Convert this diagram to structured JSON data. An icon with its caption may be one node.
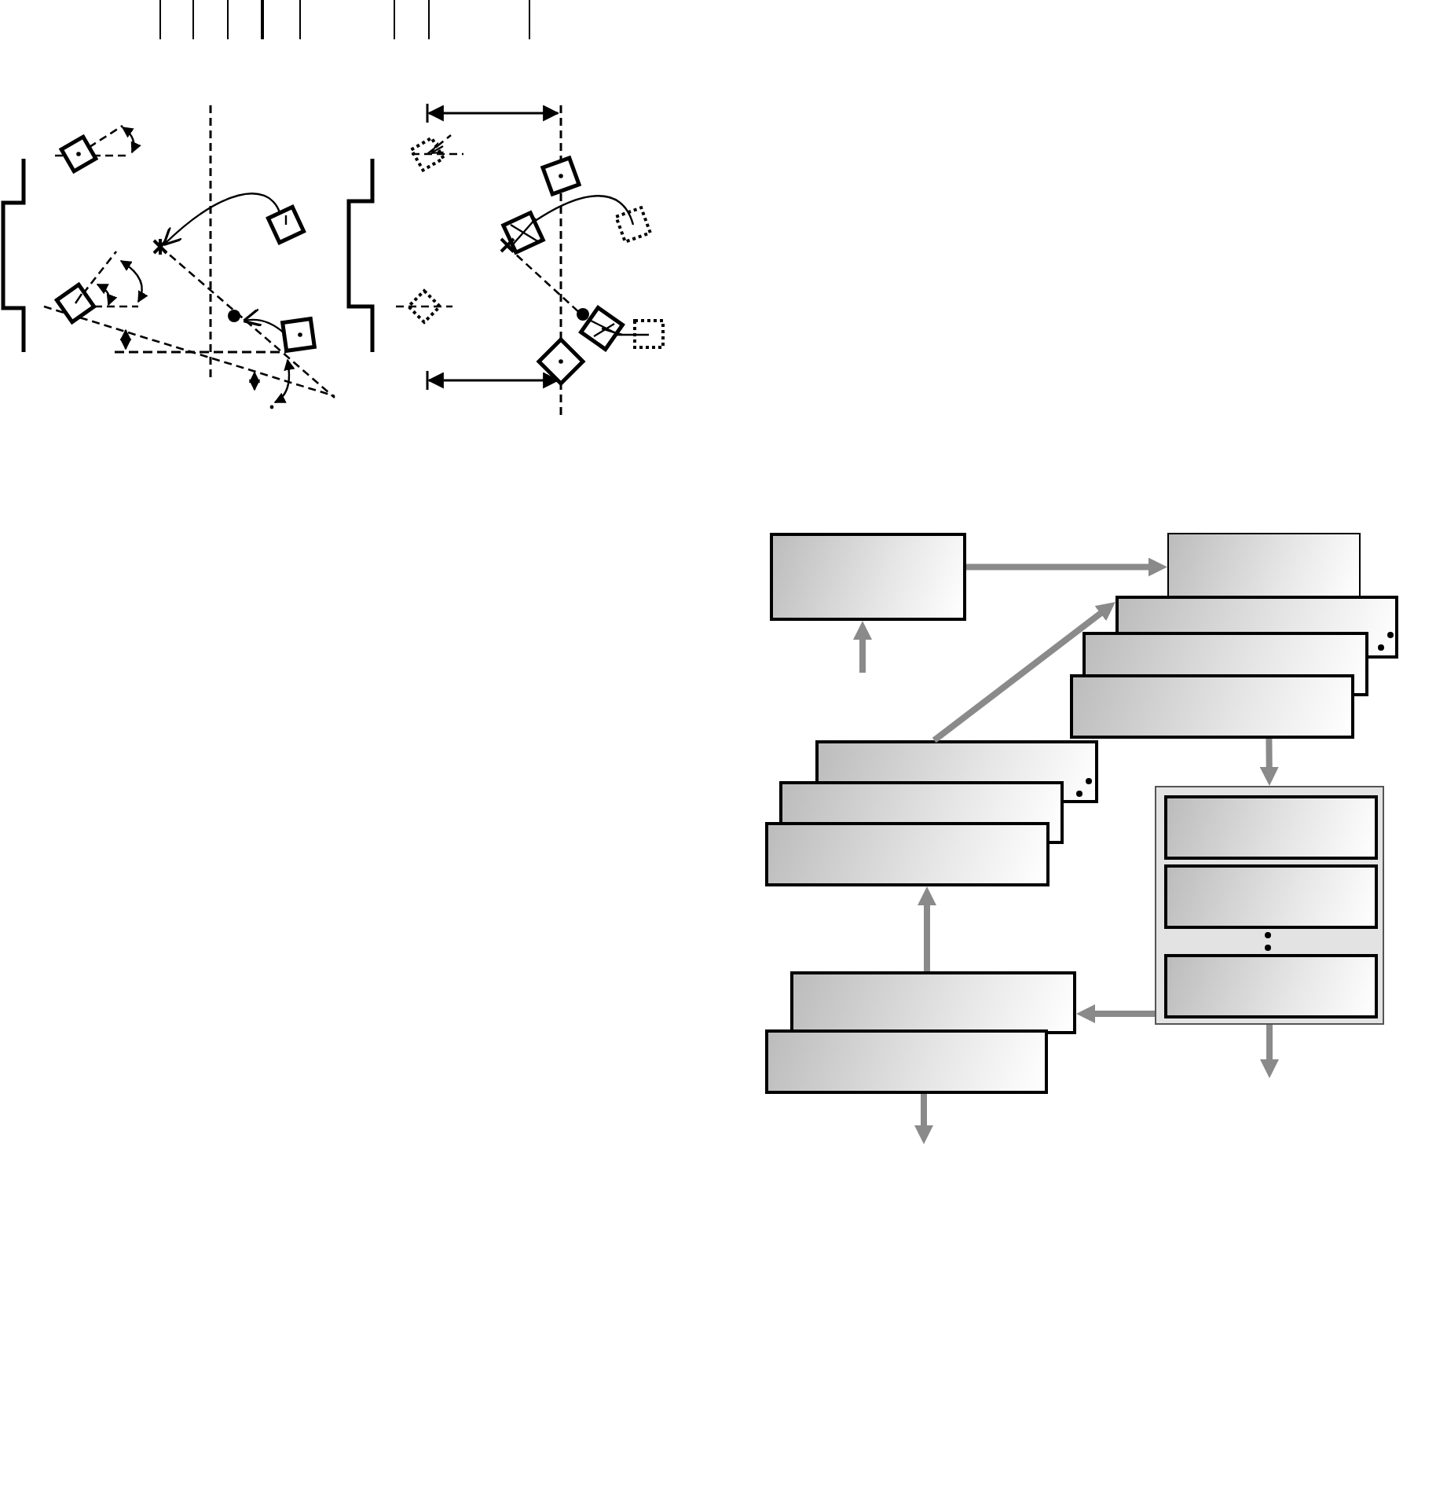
{
  "diagram": {
    "nodes": [
      {
        "text": [],
        "shape": "box"
      },
      {
        "text": [],
        "shape": "box"
      },
      {
        "text": [],
        "shape": "box"
      },
      {
        "text": [],
        "shape": "box"
      },
      {
        "text": [],
        "shape": "box"
      },
      {
        "text": [],
        "shape": "box"
      },
      {
        "text": [],
        "shape": "box"
      },
      {
        "text": [],
        "shape": "box"
      },
      {
        "text": [],
        "shape": "box"
      },
      {
        "text": [],
        "shape": "box",
        "in": 8
      },
      {
        "text": [],
        "shape": "box",
        "in": 8
      },
      {
        "text": [],
        "shape": "box",
        "in": 8
      },
      {
        "text": [],
        "shape": "box"
      },
      {
        "text": [],
        "shape": "box"
      }
    ],
    "edges": [
      {
        "from": null,
        "to": 0,
        "arrow": "to"
      },
      {
        "from": 0,
        "to": 1,
        "arrow": "to"
      },
      {
        "from": 5,
        "to": 2,
        "arrow": "to"
      },
      {
        "from": 4,
        "to": 8,
        "arrow": "to"
      },
      {
        "from": 8,
        "to": 12,
        "arrow": "to"
      },
      {
        "from": 8,
        "to": null,
        "arrow": "to"
      },
      {
        "from": 12,
        "to": 7,
        "arrow": "to"
      },
      {
        "from": 13,
        "to": null,
        "arrow": "to"
      }
    ]
  }
}
